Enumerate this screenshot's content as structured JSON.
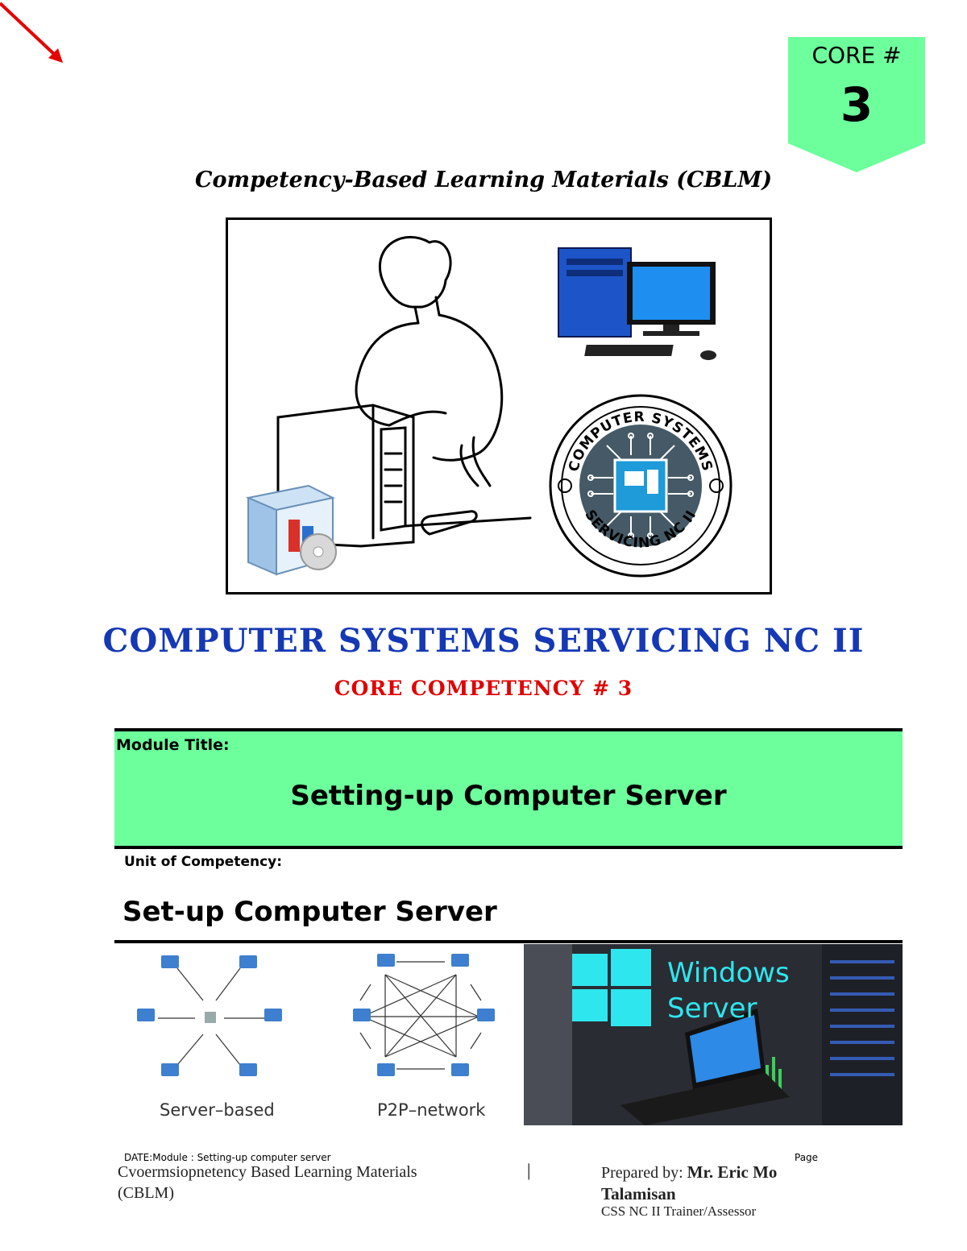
{
  "badge": {
    "label": "CORE #",
    "number": "3",
    "color": "#6cff9c"
  },
  "cblm_heading": "Competency-Based Learning Materials (CBLM)",
  "hero": {
    "emblem_top": "COMPUTER SYSTEMS",
    "emblem_bottom": "SERVICING NC II"
  },
  "program_title": "COMPUTER SYSTEMS SERVICING NC II",
  "core_competency": "CORE COMPETENCY # 3",
  "module": {
    "label": "Module Title:",
    "value": "Setting-up Computer Server"
  },
  "unit": {
    "label": "Unit of Competency:",
    "value": "Set-up Computer Server"
  },
  "network": {
    "left_caption": "Server–based",
    "right_caption": "P2P–network"
  },
  "server_photo": {
    "line1": "Windows",
    "line2": "Server"
  },
  "footer": {
    "date_line": "DATE:Module : Setting-up computer server",
    "page_label": "Page",
    "left_line1": "Cvoermsiopnetency Based Learning Materials",
    "left_line2": "(CBLM)",
    "divider": "|",
    "prepared_by": "Prepared by:",
    "author_name_1": "Mr. Eric Mo",
    "author_name_2": "Talamisan",
    "author_role": "CSS NC II Trainer/Assessor"
  },
  "colors": {
    "title_blue": "#1538b5",
    "core_red": "#e10000",
    "green_fill": "#6cff9c",
    "arrow_red": "#e60000"
  }
}
